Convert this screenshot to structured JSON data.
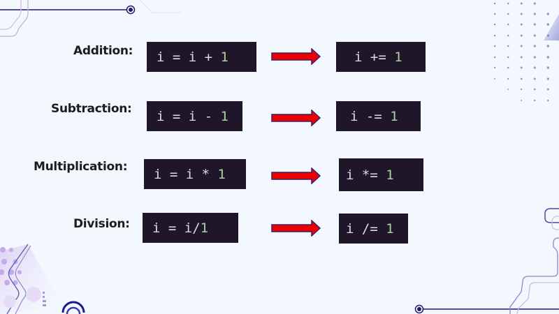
{
  "slide": {
    "rows": [
      {
        "label": "Addition:",
        "before": {
          "expr": "i = i + ",
          "num": "1"
        },
        "after": {
          "expr": "i += ",
          "num": "1"
        }
      },
      {
        "label": "Subtraction:",
        "before": {
          "expr": "i = i - ",
          "num": "1"
        },
        "after": {
          "expr": "i -= ",
          "num": "1"
        }
      },
      {
        "label": "Multiplication:",
        "before": {
          "expr": "i = i * ",
          "num": "1"
        },
        "after": {
          "expr": "i *= ",
          "num": "1"
        }
      },
      {
        "label": "Division:",
        "before": {
          "expr": "i = i/",
          "num": "1"
        },
        "after": {
          "expr": "i /= ",
          "num": "1"
        }
      }
    ]
  },
  "colors": {
    "background": "#f3f7fe",
    "code_bg": "#1f1629",
    "code_text": "#dcdcdc",
    "code_number": "#a9d2a0",
    "arrow_fill": "#ee0000",
    "arrow_stroke": "#3a2070",
    "line_navy": "#1a1a6e"
  }
}
